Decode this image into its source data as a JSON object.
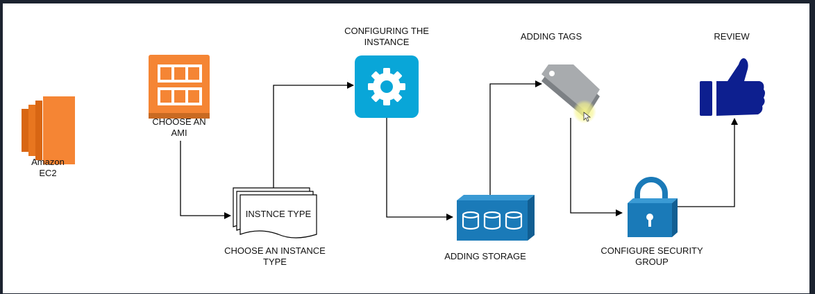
{
  "nodes": {
    "ec2": {
      "line1": "Amazon",
      "line2": "EC2"
    },
    "ami": {
      "line1": "CHOOSE AN",
      "line2": "AMI"
    },
    "instance_type": {
      "doc_text": "INSTNCE TYPE",
      "line1": "CHOOSE AN INSTANCE",
      "line2": "TYPE"
    },
    "configure": {
      "line1": "CONFIGURING THE",
      "line2": "INSTANCE"
    },
    "storage": {
      "line1": "ADDING STORAGE"
    },
    "tags": {
      "line1": "ADDING TAGS"
    },
    "security": {
      "line1": "CONFIGURE SECURITY",
      "line2": "GROUP"
    },
    "review": {
      "line1": "REVIEW"
    }
  },
  "colors": {
    "aws_orange": "#f58534",
    "aws_orange_dark": "#d86613",
    "config_blue": "#09a6d8",
    "storage_blue": "#1a7ab8",
    "tag_gray": "#9ea2a6",
    "thumb_blue": "#0d1f8f",
    "cursor_yellow": "#f6f58a"
  },
  "icons": [
    "ec2-icon",
    "ami-icon",
    "document-stack-icon",
    "gear-icon",
    "storage-icon",
    "tag-icon",
    "padlock-icon",
    "thumbs-up-icon"
  ]
}
